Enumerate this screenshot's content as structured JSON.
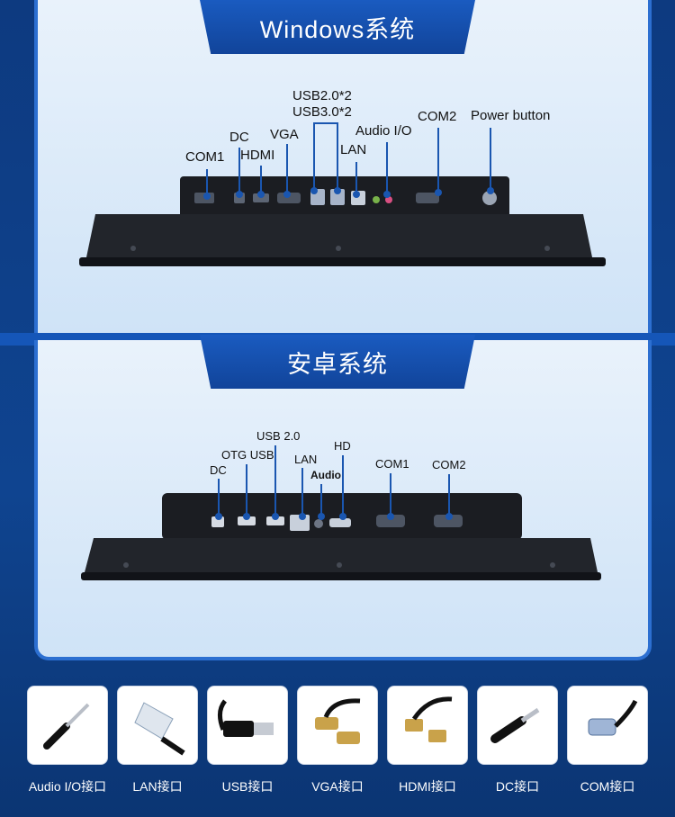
{
  "section1": {
    "title": "Windows系统",
    "labels": {
      "usb": "USB2.0*2",
      "usb3": "USB3.0*2",
      "com2": "COM2",
      "power": "Power button",
      "audio": "Audio I/O",
      "dc": "DC",
      "vga": "VGA",
      "lan": "LAN",
      "com1": "COM1",
      "hdmi": "HDMI"
    }
  },
  "section2": {
    "title": "安卓系统",
    "labels": {
      "usb20": "USB 2.0",
      "hd": "HD",
      "otg": "OTG USB",
      "lan": "LAN",
      "com1": "COM1",
      "com2": "COM2",
      "dc": "DC",
      "audio": "Audio"
    }
  },
  "thumbnails": [
    {
      "label": "Audio I/O接口",
      "icon": "audio-cable-icon"
    },
    {
      "label": "LAN接口",
      "icon": "lan-cable-icon"
    },
    {
      "label": "USB接口",
      "icon": "usb-cable-icon"
    },
    {
      "label": "VGA接口",
      "icon": "vga-cable-icon"
    },
    {
      "label": "HDMI接口",
      "icon": "hdmi-cable-icon"
    },
    {
      "label": "DC接口",
      "icon": "dc-cable-icon"
    },
    {
      "label": "COM接口",
      "icon": "com-cable-icon"
    }
  ],
  "colors": {
    "accent": "#1a56b0",
    "background": "#0f3f86",
    "panel": "#e3eefa"
  }
}
